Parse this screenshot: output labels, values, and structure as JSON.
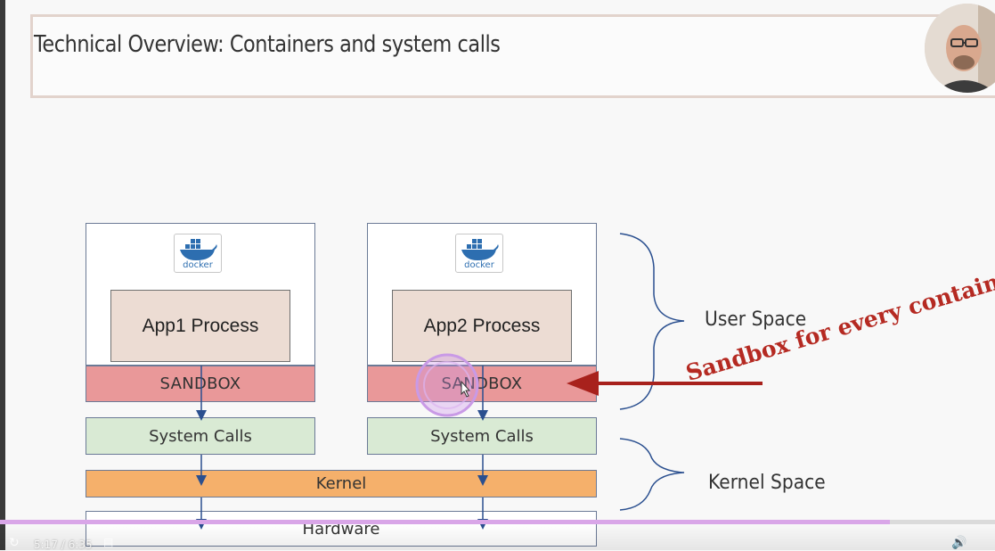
{
  "slide": {
    "title": "Technical Overview: Containers and system calls"
  },
  "containers": [
    {
      "logo_text": "docker",
      "app_label": "App1 Process",
      "sandbox_label": "SANDBOX",
      "syscalls_label": "System Calls"
    },
    {
      "logo_text": "docker",
      "app_label": "App2 Process",
      "sandbox_label": "SANDBOX",
      "syscalls_label": "System Calls"
    }
  ],
  "kernel_label": "Kernel",
  "hardware_label": "Hardware",
  "user_space_label": "User Space",
  "kernel_space_label": "Kernel Space",
  "annotation": {
    "text": "Sandbox for every container",
    "color": "#b52a22"
  },
  "colors": {
    "sandbox": "#e99899",
    "syscalls": "#d9ead4",
    "kernel": "#f5b06b",
    "app": "#ecdcd3",
    "docker_blue": "#2d6eb0"
  },
  "player": {
    "time": "5:17 / 6:35",
    "progress": 0.894
  },
  "icons": {
    "replay": "replay-icon",
    "captions": "captions-icon",
    "volume": "volume-icon"
  }
}
